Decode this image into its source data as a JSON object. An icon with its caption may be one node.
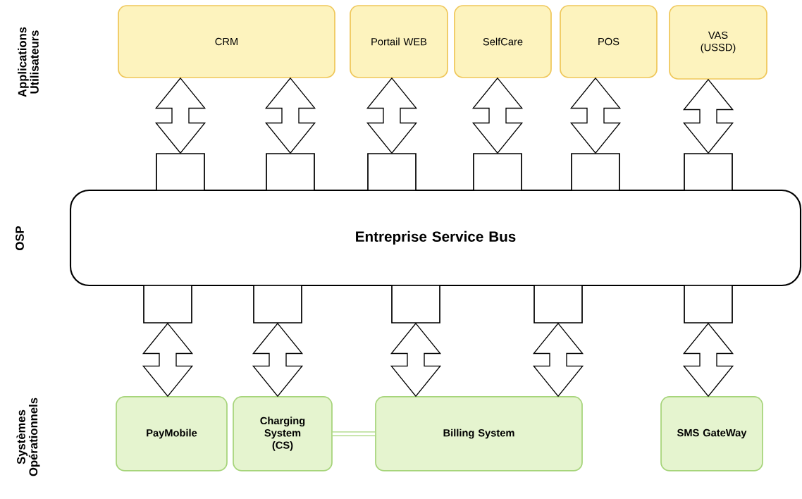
{
  "diagram": {
    "nodes": [
      {
        "text": [
          "CRM"
        ]
      },
      {
        "text": [
          "Portail WEB"
        ]
      },
      {
        "text": [
          "SelfCare"
        ]
      },
      {
        "text": [
          "POS"
        ]
      },
      {
        "text": [
          "VAS (USSD)"
        ]
      },
      {
        "text": [
          "Entreprise Service Bus"
        ]
      },
      {
        "text": [],
        "shape": "box"
      },
      {
        "text": [],
        "shape": "box"
      },
      {
        "text": [],
        "shape": "box"
      },
      {
        "text": [],
        "shape": "box"
      },
      {
        "text": [],
        "shape": "box"
      },
      {
        "text": [],
        "shape": "box"
      },
      {
        "text": [],
        "shape": "box"
      },
      {
        "text": [],
        "shape": "box"
      },
      {
        "text": [],
        "shape": "box"
      },
      {
        "text": [],
        "shape": "box"
      },
      {
        "text": [],
        "shape": "box"
      },
      {
        "text": [
          "PayMobile"
        ]
      },
      {
        "text": [
          "Charging System (CS)"
        ]
      },
      {
        "text": [
          "Billing System"
        ]
      },
      {
        "text": [
          "SMS GateWay"
        ]
      }
    ],
    "edges": [
      {
        "from": 0,
        "to": 6,
        "arrow": "both"
      },
      {
        "from": 0,
        "to": 7,
        "arrow": "both"
      },
      {
        "from": 1,
        "to": 8,
        "arrow": "both"
      },
      {
        "from": 2,
        "to": 9,
        "arrow": "both"
      },
      {
        "from": 3,
        "to": 10,
        "arrow": "both"
      },
      {
        "from": 4,
        "to": 11,
        "arrow": "both"
      },
      {
        "from": 12,
        "to": 17,
        "arrow": "both"
      },
      {
        "from": 13,
        "to": 18,
        "arrow": "both"
      },
      {
        "from": 14,
        "to": 19,
        "arrow": "both"
      },
      {
        "from": 15,
        "to": 19,
        "arrow": "both"
      },
      {
        "from": 16,
        "to": 20,
        "arrow": "both"
      },
      {
        "from": 18,
        "to": 19,
        "arrow": "none"
      }
    ],
    "labels": [
      "Applications Utilisateurs",
      "OSP",
      "Systèmes Opérationnels"
    ]
  }
}
